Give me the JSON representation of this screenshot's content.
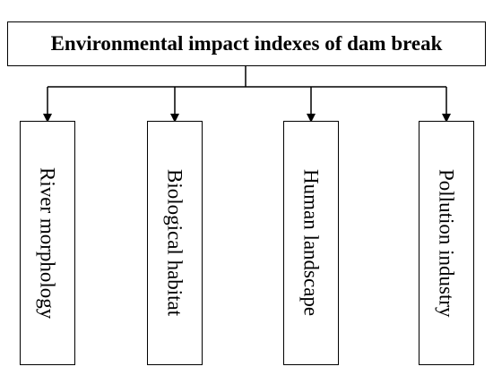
{
  "root": {
    "title": "Environmental impact indexes of dam break"
  },
  "children": [
    {
      "label": "River morphology"
    },
    {
      "label": "Biological habitat"
    },
    {
      "label": "Human landscape"
    },
    {
      "label": "Pollution industry"
    }
  ]
}
